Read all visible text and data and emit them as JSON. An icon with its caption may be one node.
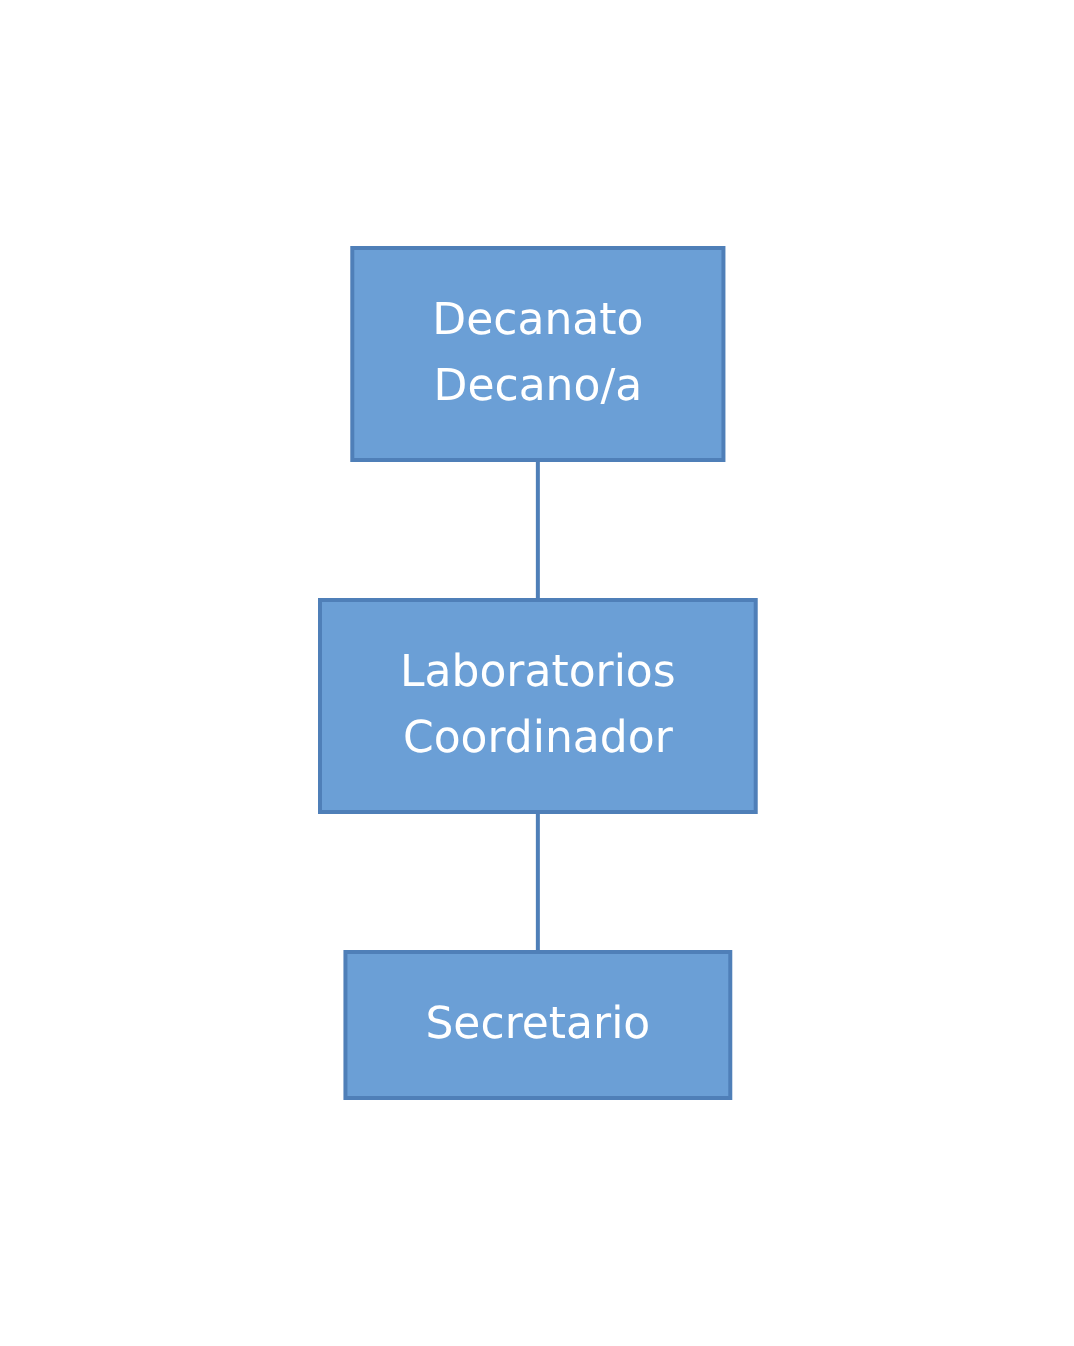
{
  "diagram": {
    "nodes": [
      {
        "text": [
          "Decanato",
          "Decano/a"
        ]
      },
      {
        "text": [
          "Laboratorios",
          "Coordinador"
        ]
      },
      {
        "text": [
          "Secretario"
        ]
      }
    ],
    "edges": [
      {
        "from": 0,
        "to": 1,
        "arrow": "none"
      },
      {
        "from": 1,
        "to": 2,
        "arrow": "none"
      }
    ]
  }
}
